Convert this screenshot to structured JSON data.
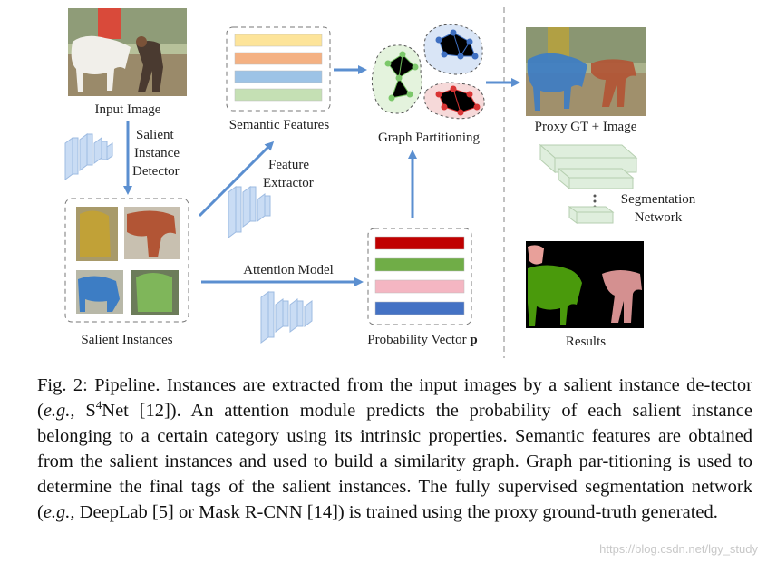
{
  "labels": {
    "input_image": "Input Image",
    "salient_instance_detector": [
      "Salient",
      "Instance",
      "Detector"
    ],
    "salient_instances": "Salient Instances",
    "semantic_features": "Semantic Features",
    "feature_extractor": [
      "Feature",
      "Extractor"
    ],
    "attention_model": "Attention Model",
    "probability_vector": "Probability Vector",
    "probability_vector_symbol": "p",
    "graph_partitioning": "Graph Partitioning",
    "proxy_gt_image": "Proxy GT + Image",
    "segmentation_network": [
      "Segmentation",
      "Network"
    ],
    "results": "Results"
  },
  "colors": {
    "arrow": "#5b8fd0",
    "semantic_bars": [
      "#fde49a",
      "#f4b183",
      "#9dc3e6",
      "#c5e0b4"
    ],
    "probability_bars": [
      "#c00000",
      "#70ad47",
      "#f4b6c2",
      "#4472c4"
    ],
    "cluster_green": "#7cc86a",
    "cluster_blue": "#3e6fc1",
    "cluster_red": "#d93434",
    "network_layer": "#dfeedd",
    "cnn_layer": "#c9dcf4"
  },
  "caption": {
    "prefix": "Fig. 2: Pipeline. Instances are extracted from the input images by a salient instance de-tector (",
    "eg1": "e.g.,",
    "s4net_pre": " S",
    "s4net_sup": "4",
    "s4net_post": "Net [12]). An attention module predicts the probability of each salient instance belonging to a certain category using its intrinsic properties. Semantic features are obtained from the salient instances and used to build a similarity graph. Graph par-titioning is used to determine the final tags of the salient instances. The fully supervised segmentation network (",
    "eg2": "e.g.,",
    "suffix": " DeepLab [5] or Mask R-CNN [14]) is trained using the proxy ground-truth generated."
  },
  "watermark": "https://blog.csdn.net/lgy_study"
}
